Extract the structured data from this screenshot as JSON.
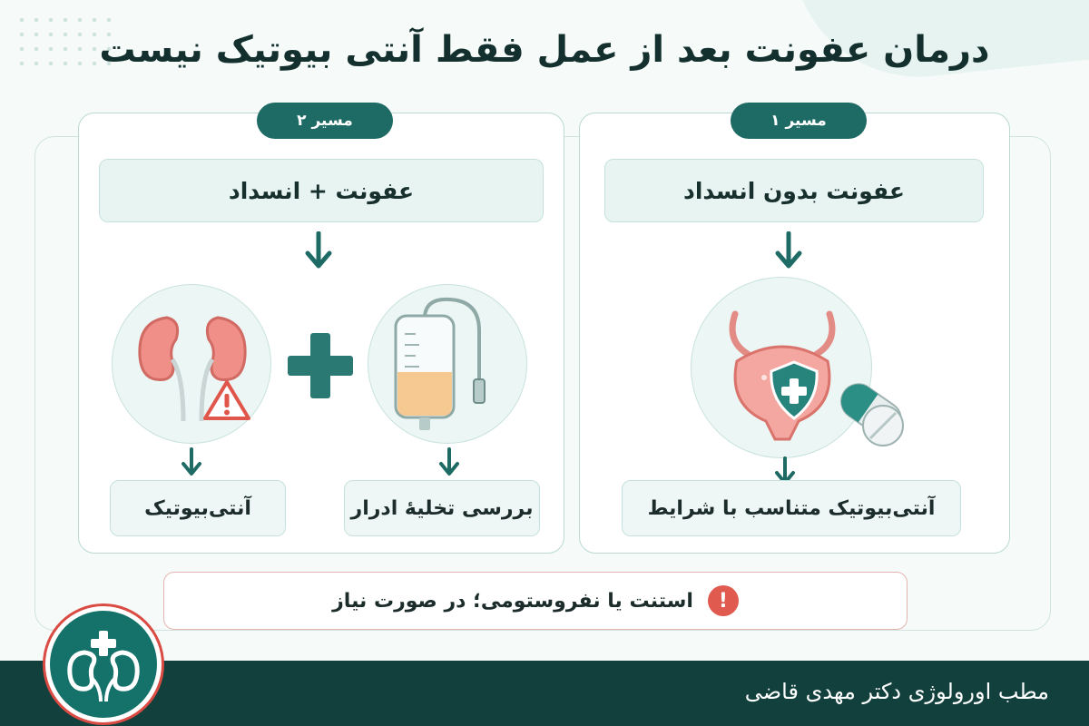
{
  "title": "درمان عفونت بعد از عمل فقط آنتی بیوتیک نیست",
  "path1": {
    "badge": "مسیر ۱",
    "heading": "عفونت بدون انسداد",
    "result": "آنتی‌بیوتیک متناسب با شرایط"
  },
  "path2": {
    "badge": "مسیر ۲",
    "heading": "عفونت + انسداد",
    "result_left": "آنتی‌بیوتیک",
    "result_right": "بررسی تخلیهٔ ادرار"
  },
  "note": {
    "text": "استنت یا نفروستومی؛ در صورت نیاز",
    "icon": "!"
  },
  "footer": {
    "text": "مطب اورولوژی دکتر مهدی قاضی"
  },
  "colors": {
    "accent": "#1e6a64",
    "footer": "#12403d",
    "warning": "#e05a4f"
  }
}
